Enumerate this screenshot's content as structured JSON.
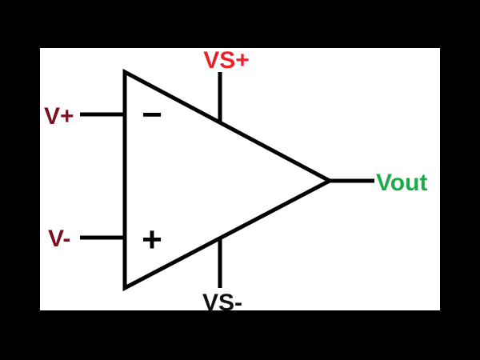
{
  "diagram": {
    "labels": {
      "inverting_input": "V+",
      "noninverting_input": "V-",
      "positive_supply": "VS+",
      "negative_supply": "VS-",
      "output": "Vout"
    },
    "symbols": {
      "minus": "−",
      "plus": "+"
    },
    "colors": {
      "input_label": "#7a1020",
      "supply_positive_label": "#e8212a",
      "supply_negative_label": "#111111",
      "output_label": "#1faa4a",
      "lines": "#000000",
      "background": "#ffffff",
      "frame": "#000000"
    }
  }
}
